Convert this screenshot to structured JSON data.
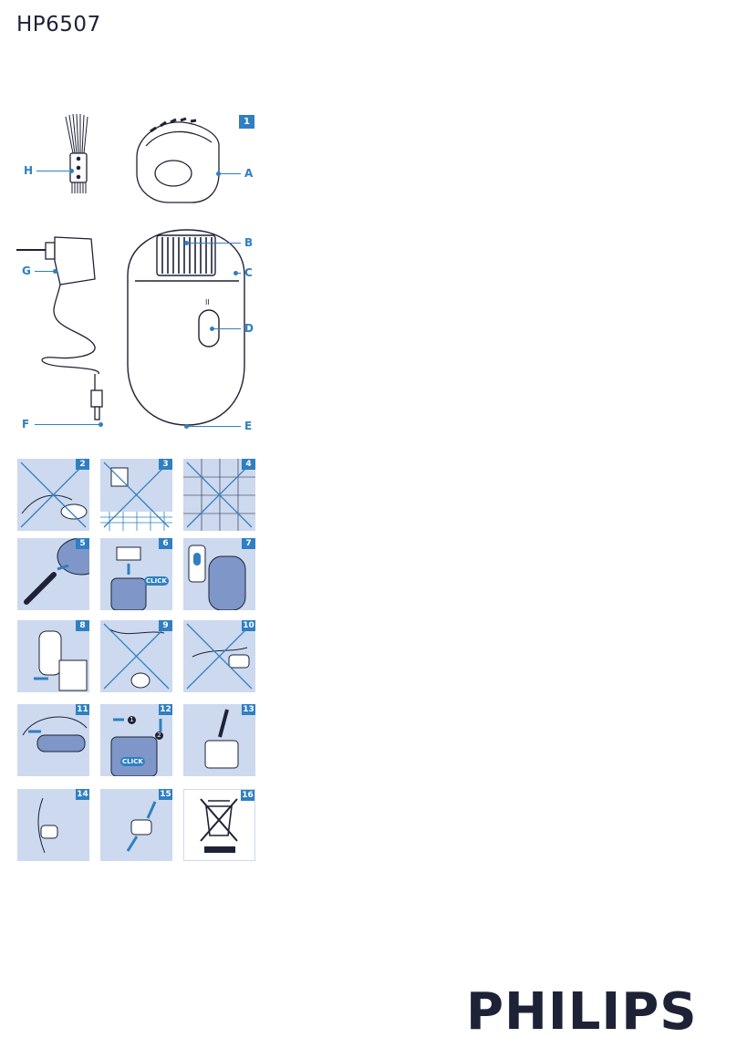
{
  "header": {
    "model": "HP6507"
  },
  "overview": {
    "figure_number": "1",
    "labels": {
      "A": "A",
      "B": "B",
      "C": "C",
      "D": "D",
      "E": "E",
      "F": "F",
      "G": "G",
      "H": "H"
    }
  },
  "steps": [
    "2",
    "3",
    "4",
    "5",
    "6",
    "7",
    "8",
    "9",
    "10",
    "11",
    "12",
    "13",
    "14",
    "15",
    "16"
  ],
  "callouts": {
    "click_6": "CLICK",
    "click_12": "CLICK",
    "step_1": "1",
    "step_2": "2"
  },
  "brand": {
    "logo": "PHILIPS",
    "accent_color": "#2f7fc1",
    "panel_color": "#cdd9ef"
  }
}
